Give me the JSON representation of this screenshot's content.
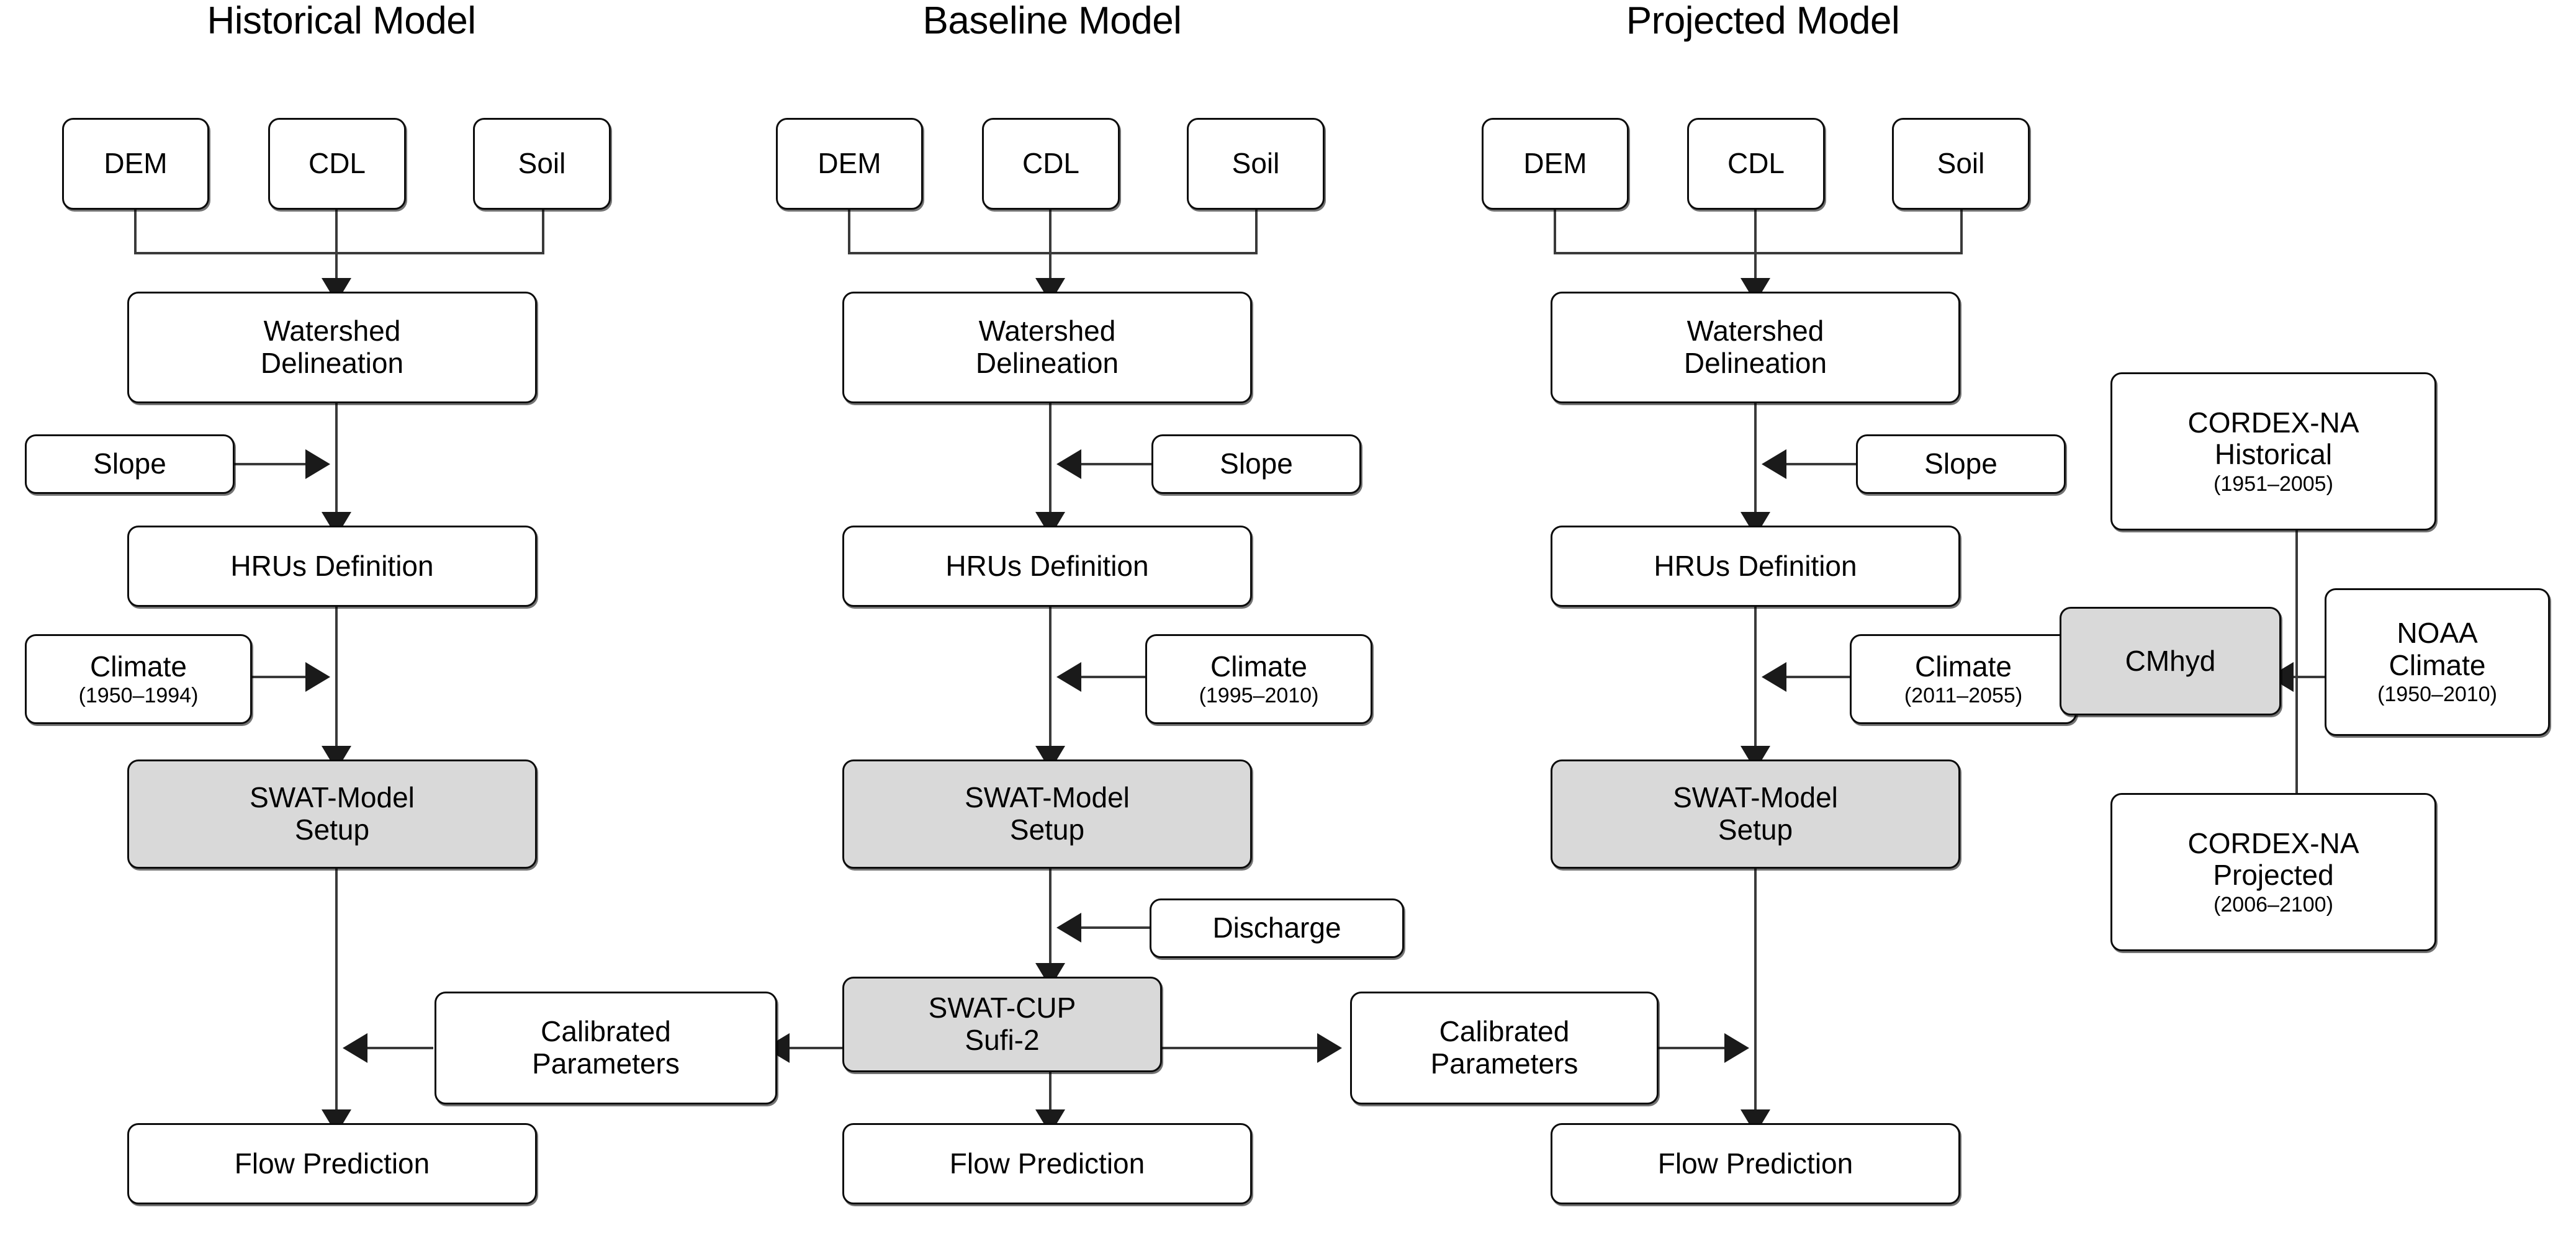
{
  "diagram": {
    "title_hidden": "",
    "columns": [
      {
        "id": "historical",
        "title": "Historical Model"
      },
      {
        "id": "baseline",
        "title": "Baseline Model"
      },
      {
        "id": "projected",
        "title": "Projected Model"
      }
    ],
    "colors": {
      "stroke": "#0c0c0c",
      "fill_plain": "#ffffff",
      "fill_shaded": "#d9d9d9",
      "text": "#000000",
      "background": "#ffffff"
    }
  },
  "nodes": {
    "hist_dem": {
      "label": "DEM"
    },
    "hist_cdl": {
      "label": "CDL"
    },
    "hist_soil": {
      "label": "Soil"
    },
    "hist_watershed": {
      "line1": "Watershed",
      "line2": "Delineation"
    },
    "hist_slope": {
      "label": "Slope"
    },
    "hist_hrus": {
      "label": "HRUs Definition"
    },
    "hist_climate": {
      "label": "Climate",
      "sub": "(1950–1994)"
    },
    "hist_swat": {
      "line1": "SWAT-Model",
      "line2": "Setup"
    },
    "hist_calib": {
      "line1": "Calibrated",
      "line2": "Parameters"
    },
    "hist_flow": {
      "label": "Flow Prediction"
    },
    "base_dem": {
      "label": "DEM"
    },
    "base_cdl": {
      "label": "CDL"
    },
    "base_soil": {
      "label": "Soil"
    },
    "base_watershed": {
      "line1": "Watershed",
      "line2": "Delineation"
    },
    "base_slope": {
      "label": "Slope"
    },
    "base_hrus": {
      "label": "HRUs Definition"
    },
    "base_climate": {
      "label": "Climate",
      "sub": "(1995–2010)"
    },
    "base_swat": {
      "line1": "SWAT-Model",
      "line2": "Setup"
    },
    "base_discharge": {
      "label": "Discharge"
    },
    "base_swatcup": {
      "line1": "SWAT-CUP",
      "line2": "Sufi-2"
    },
    "base_flow": {
      "label": "Flow Prediction"
    },
    "proj_dem": {
      "label": "DEM"
    },
    "proj_cdl": {
      "label": "CDL"
    },
    "proj_soil": {
      "label": "Soil"
    },
    "proj_watershed": {
      "line1": "Watershed",
      "line2": "Delineation"
    },
    "proj_slope": {
      "label": "Slope"
    },
    "proj_hrus": {
      "label": "HRUs Definition"
    },
    "proj_climate": {
      "label": "Climate",
      "sub": "(2011–2055)"
    },
    "proj_swat": {
      "line1": "SWAT-Model",
      "line2": "Setup"
    },
    "proj_calib": {
      "line1": "Calibrated",
      "line2": "Parameters"
    },
    "proj_flow": {
      "label": "Flow Prediction"
    },
    "cordex_hist": {
      "line1": "CORDEX-NA",
      "line2": "Historical",
      "sub": "(1951–2005)"
    },
    "cmhyd": {
      "label": "CMhyd"
    },
    "noaa": {
      "line1": "NOAA",
      "line2": "Climate",
      "sub": "(1950–2010)"
    },
    "cordex_proj": {
      "line1": "CORDEX-NA",
      "line2": "Projected",
      "sub": "(2006–2100)"
    }
  },
  "edges": [
    {
      "from": "hist_dem",
      "to": "hist_watershed",
      "type": "merge-down"
    },
    {
      "from": "hist_cdl",
      "to": "hist_watershed",
      "type": "down-arrow"
    },
    {
      "from": "hist_soil",
      "to": "hist_watershed",
      "type": "merge-down"
    },
    {
      "from": "hist_watershed",
      "to": "hist_hrus",
      "type": "down-arrow"
    },
    {
      "from": "hist_slope",
      "to": "hist_watershed_hrus_link",
      "type": "right-arrow"
    },
    {
      "from": "hist_hrus",
      "to": "hist_swat",
      "type": "down-arrow"
    },
    {
      "from": "hist_climate",
      "to": "hist_hrus_swat_link",
      "type": "right-arrow"
    },
    {
      "from": "hist_swat",
      "to": "hist_flow",
      "type": "down-arrow"
    },
    {
      "from": "base_swatcup",
      "to": "hist_calib",
      "type": "left-arrow"
    },
    {
      "from": "hist_calib",
      "to": "hist_swat_flow_link",
      "type": "left-arrow"
    },
    {
      "from": "base_dem",
      "to": "base_watershed",
      "type": "merge-down"
    },
    {
      "from": "base_cdl",
      "to": "base_watershed",
      "type": "down-arrow"
    },
    {
      "from": "base_soil",
      "to": "base_watershed",
      "type": "merge-down"
    },
    {
      "from": "base_watershed",
      "to": "base_hrus",
      "type": "down-arrow"
    },
    {
      "from": "base_slope",
      "to": "base_watershed_hrus_link",
      "type": "left-arrow"
    },
    {
      "from": "base_hrus",
      "to": "base_swat",
      "type": "down-arrow"
    },
    {
      "from": "base_climate",
      "to": "base_hrus_swat_link",
      "type": "left-arrow"
    },
    {
      "from": "base_swat",
      "to": "base_swatcup",
      "type": "down-arrow"
    },
    {
      "from": "base_discharge",
      "to": "base_swat_cup_link",
      "type": "left-arrow"
    },
    {
      "from": "base_swatcup",
      "to": "base_flow",
      "type": "down-arrow"
    },
    {
      "from": "base_swatcup",
      "to": "proj_calib",
      "type": "right-arrow"
    },
    {
      "from": "proj_dem",
      "to": "proj_watershed",
      "type": "merge-down"
    },
    {
      "from": "proj_cdl",
      "to": "proj_watershed",
      "type": "down-arrow"
    },
    {
      "from": "proj_soil",
      "to": "proj_watershed",
      "type": "merge-down"
    },
    {
      "from": "proj_watershed",
      "to": "proj_hrus",
      "type": "down-arrow"
    },
    {
      "from": "proj_slope",
      "to": "proj_watershed_hrus_link",
      "type": "left-arrow"
    },
    {
      "from": "proj_hrus",
      "to": "proj_swat",
      "type": "down-arrow"
    },
    {
      "from": "proj_climate",
      "to": "proj_hrus_swat_link",
      "type": "left-arrow"
    },
    {
      "from": "proj_swat",
      "to": "proj_flow",
      "type": "down-arrow"
    },
    {
      "from": "proj_calib",
      "to": "proj_swat_flow_link",
      "type": "right-arrow"
    },
    {
      "from": "cmhyd",
      "to": "proj_climate",
      "type": "left-arrow"
    },
    {
      "from": "noaa",
      "to": "cmhyd",
      "type": "left-arrow"
    },
    {
      "from": "cordex_hist",
      "to": "cmhyd",
      "type": "down-then-left"
    },
    {
      "from": "cordex_proj",
      "to": "cmhyd",
      "type": "up-then-left"
    }
  ]
}
